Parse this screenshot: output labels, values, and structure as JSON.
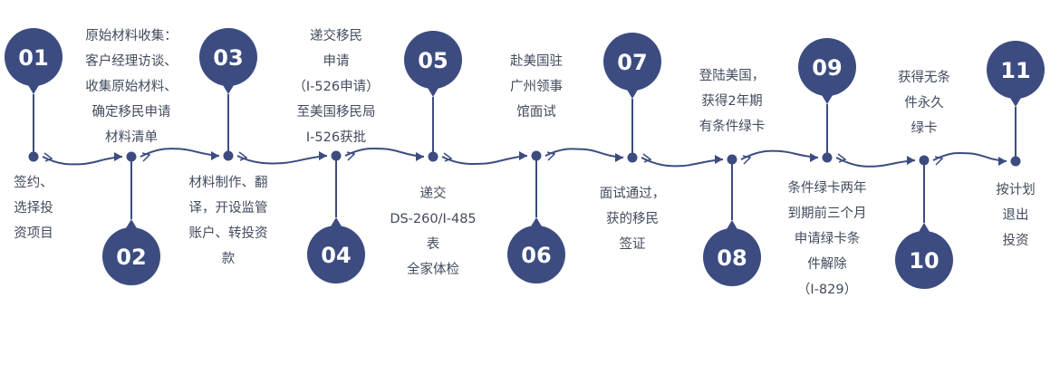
{
  "colors": {
    "primary": "#3c4c80",
    "text": "#414a5c",
    "background": "#ffffff"
  },
  "steps": [
    {
      "number": "01",
      "text": "签约、\n选择投\n资项目"
    },
    {
      "number": "02",
      "text": "原始材料收集：\n客户经理访谈、\n收集原始材料、\n确定移民申请\n材料清单"
    },
    {
      "number": "03",
      "text": "材料制作、翻\n译，开设监管\n账户、转投资\n款"
    },
    {
      "number": "04",
      "text": "递交移民\n申请\n（I-526申请）\n至美国移民局\nI-526获批"
    },
    {
      "number": "05",
      "text": "递交\nDS-260/I-485\n表\n全家体检"
    },
    {
      "number": "06",
      "text": "赴美国驻\n广州领事\n馆面试"
    },
    {
      "number": "07",
      "text": "面试通过，\n获的移民\n签证"
    },
    {
      "number": "08",
      "text": "登陆美国，\n获得2年期\n有条件绿卡"
    },
    {
      "number": "09",
      "text": "条件绿卡两年\n到期前三个月\n申请绿卡条\n件解除\n（I-829）"
    },
    {
      "number": "10",
      "text": "获得无条\n件永久\n绿卡"
    },
    {
      "number": "11",
      "text": "按计划\n退出\n投资"
    }
  ]
}
